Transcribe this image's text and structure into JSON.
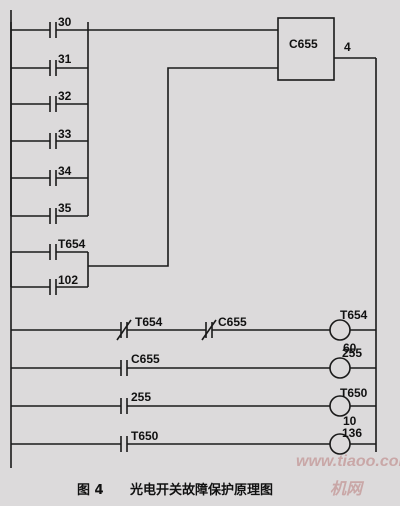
{
  "blocks": {
    "c655": {
      "label": "C655",
      "output": "4"
    }
  },
  "contacts": {
    "c30": "30",
    "c31": "31",
    "c32": "32",
    "c33": "33",
    "c34": "34",
    "c35": "35",
    "t654": "T654",
    "c102": "102",
    "r1_t654": "T654",
    "r1_c655": "C655",
    "r2_c655": "C655",
    "r3_255": "255",
    "r4_t650": "T650"
  },
  "coils": {
    "t654": {
      "name": "T654",
      "value": "60"
    },
    "c255": {
      "name": "255"
    },
    "t650": {
      "name": "T650",
      "value": "10"
    },
    "c136": {
      "name": "136"
    }
  },
  "caption": {
    "figure": "图 4",
    "title": "光电开关故障保护原理图"
  },
  "watermark": {
    "site": "www.tiaoo.com",
    "brand": "机网"
  }
}
